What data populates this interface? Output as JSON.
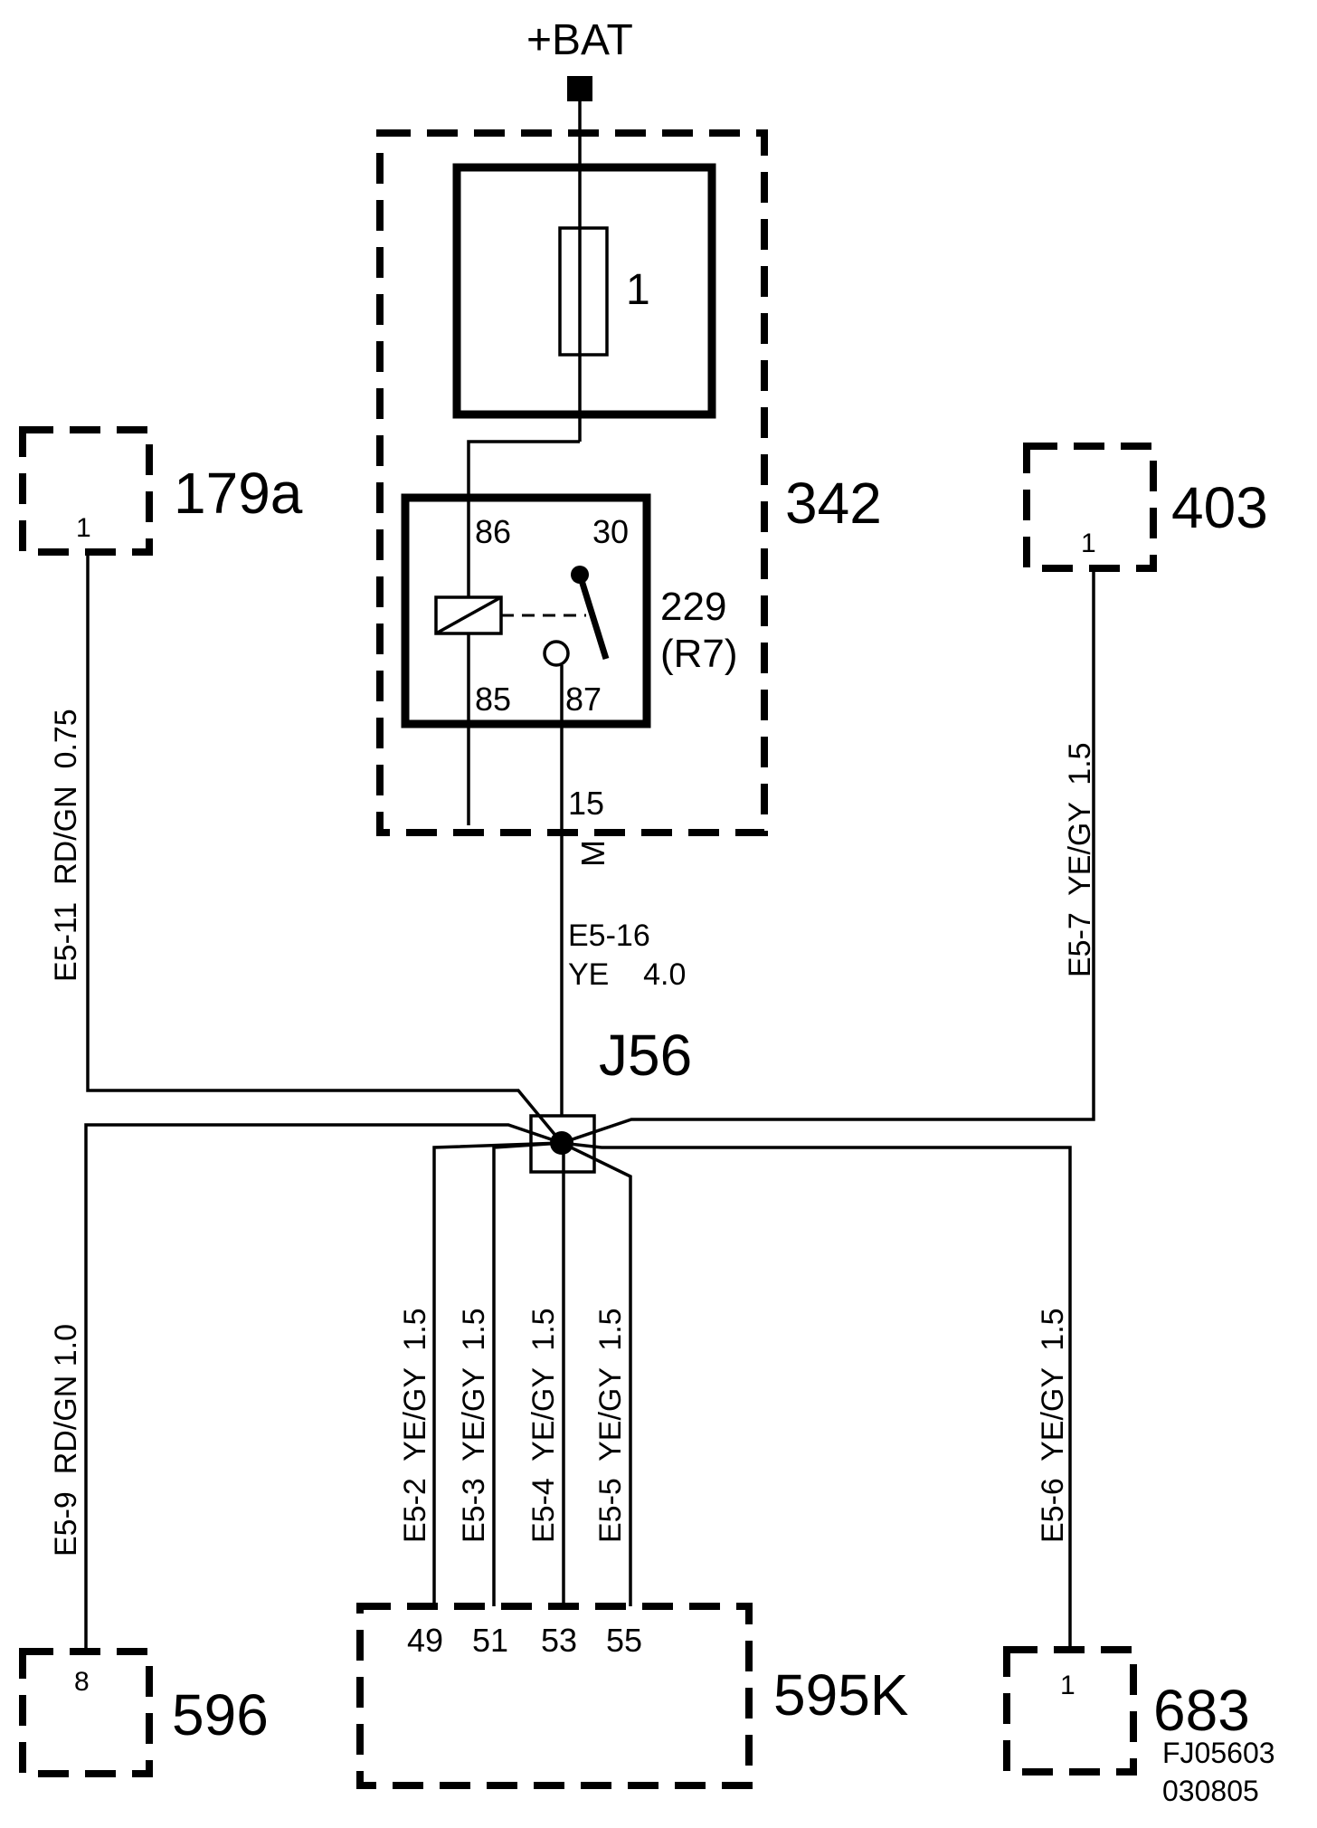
{
  "supply": {
    "label": "+BAT"
  },
  "components": {
    "c342": {
      "id": "342"
    },
    "c179a": {
      "id": "179a",
      "pin": "1"
    },
    "c403": {
      "id": "403",
      "pin": "1"
    },
    "c596": {
      "id": "596",
      "pin": "8"
    },
    "c595k": {
      "id": "595K",
      "pins": [
        "49",
        "51",
        "53",
        "55"
      ]
    },
    "c683": {
      "id": "683",
      "pin": "1"
    }
  },
  "fuse": {
    "number": "1"
  },
  "relay": {
    "id": "229",
    "ref": "(R7)",
    "pins": {
      "p86": "86",
      "p30": "30",
      "p85": "85",
      "p87": "87"
    }
  },
  "terminal": {
    "number": "15",
    "code": "M"
  },
  "splice": {
    "id": "J56"
  },
  "wires": {
    "e5_16": {
      "pin": "E5-16",
      "spec": "YE    4.0"
    },
    "e5_11": "E5-11  RD/GN  0.75",
    "e5_7": "E5-7  YE/GY  1.5",
    "e5_9": "E5-9  RD/GN 1.0",
    "e5_2": "E5-2  YE/GY  1.5",
    "e5_3": "E5-3  YE/GY  1.5",
    "e5_4": "E5-4  YE/GY  1.5",
    "e5_5": "E5-5  YE/GY  1.5",
    "e5_6": "E5-6  YE/GY  1.5"
  },
  "footer": {
    "code": "FJ05603",
    "date": "030805"
  }
}
